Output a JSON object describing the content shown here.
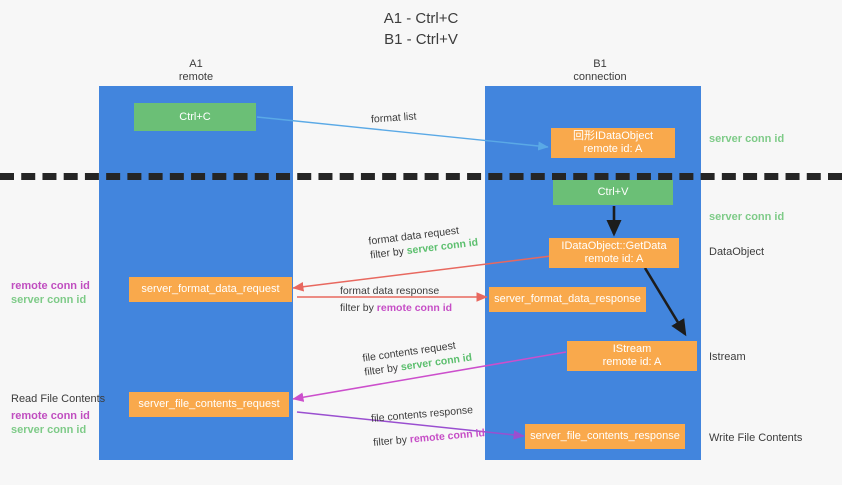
{
  "title": {
    "line1": "A1 - Ctrl+C",
    "line2": "B1 - Ctrl+V"
  },
  "lanes": [
    {
      "name": "A1",
      "sub": "remote"
    },
    {
      "name": "B1",
      "sub": "connection"
    }
  ],
  "nodes": {
    "ctrl_c": "Ctrl+C",
    "ctrl_v": "Ctrl+V",
    "idataobject_top_l1": "回形IDataObject",
    "idataobject_top_l2": "remote id: A",
    "getdata_l1": "IDataObject::GetData",
    "getdata_l2": "remote id: A",
    "istream_l1": "IStream",
    "istream_l2": "remote id: A",
    "format_data_request": "server_format_data_request",
    "format_data_response": "server_format_data_response",
    "file_contents_request": "server_file_contents_request",
    "file_contents_response": "server_file_contents_response"
  },
  "edges": {
    "format_list": "format list",
    "fmt_req_l1": "format data request",
    "fmt_req_prefix": "filter by ",
    "fmt_req_key": "server conn id",
    "fmt_res_l1": "format data response",
    "fmt_res_prefix": "filter by ",
    "fmt_res_key": "remote conn id",
    "file_req_l1": "file contents request",
    "file_req_prefix": "filter by ",
    "file_req_key": "server conn id",
    "file_res_l1": "file contents response",
    "file_res_prefix": "filter by ",
    "file_res_key": "remote conn id"
  },
  "side_labels": {
    "right_server_conn_top": "server conn id",
    "right_server_conn_mid": "server conn id",
    "right_dataobject": "DataObject",
    "right_istream": "Istream",
    "right_write_file": "Write File Contents",
    "left_remote_conn_1": "remote conn id",
    "left_server_conn_1": "server conn id",
    "left_read_file": "Read File Contents",
    "left_remote_conn_2": "remote conn id",
    "left_server_conn_2": "server conn id"
  },
  "colors": {
    "lane": "#4285dd",
    "green_node": "#6bbf76",
    "orange_node": "#f9a94c",
    "green_text": "#5cbf6e",
    "magenta_text": "#c64ec6",
    "blue_arrow": "#5aa9e6",
    "red_arrow": "#e8685f",
    "magenta_arrow": "#cc4fcc",
    "purple_arrow": "#9a4fd0",
    "dark_arrow": "#1c1c1c",
    "background": "#f7f7f7"
  }
}
